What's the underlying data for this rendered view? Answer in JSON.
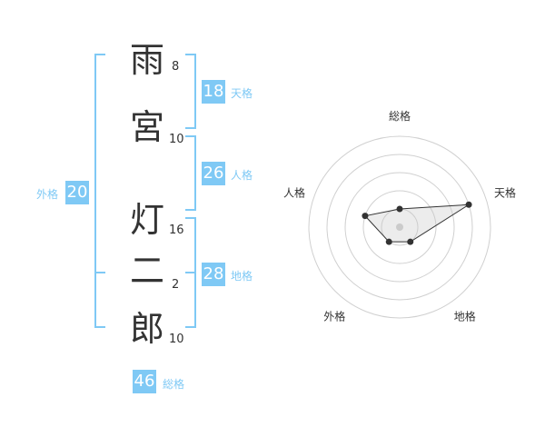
{
  "name": {
    "chars": [
      {
        "char": "雨",
        "strokes": "8"
      },
      {
        "char": "宮",
        "strokes": "10"
      },
      {
        "char": "灯",
        "strokes": "16"
      },
      {
        "char": "二",
        "strokes": "2"
      },
      {
        "char": "郎",
        "strokes": "10"
      }
    ]
  },
  "fortunes": {
    "tenkaku": {
      "label": "天格",
      "value": "18"
    },
    "jinkaku": {
      "label": "人格",
      "value": "26"
    },
    "chikaku": {
      "label": "地格",
      "value": "28"
    },
    "gaikaku": {
      "label": "外格",
      "value": "20"
    },
    "soukaku": {
      "label": "総格",
      "value": "46"
    }
  },
  "colors": {
    "accent": "#7fc9f5",
    "text": "#333333"
  },
  "chart_data": {
    "type": "radar",
    "axes": [
      "総格",
      "天格",
      "地格",
      "外格",
      "人格"
    ],
    "values": [
      1,
      4,
      1,
      1,
      2
    ],
    "range": [
      0,
      5
    ],
    "rings": 5
  }
}
